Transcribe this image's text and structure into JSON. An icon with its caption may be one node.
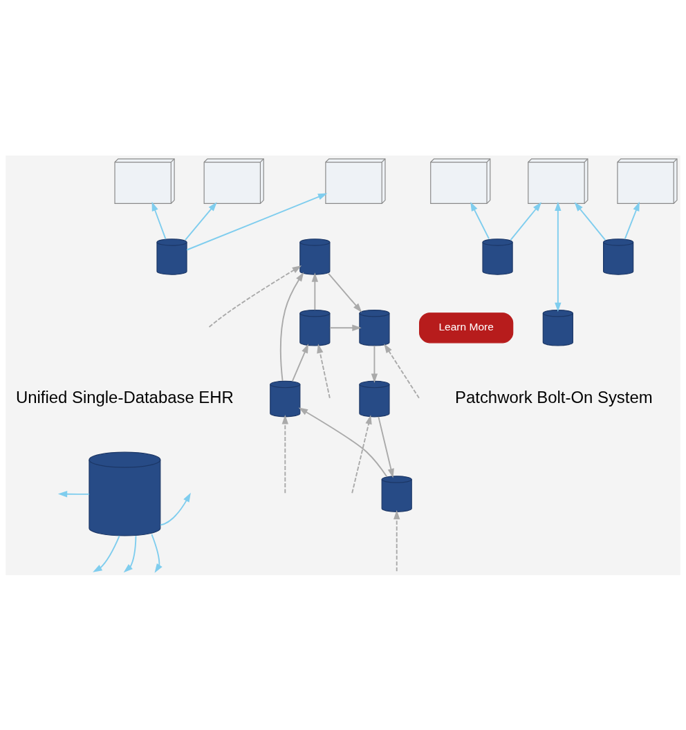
{
  "diagram": {
    "nodes": [
      {
        "text": [],
        "shape": "building"
      },
      {
        "text": [],
        "shape": "building"
      },
      {
        "text": [],
        "shape": "building"
      },
      {
        "text": [],
        "shape": "cylinder"
      },
      {
        "text": [],
        "shape": "building"
      },
      {
        "text": [],
        "shape": "building"
      },
      {
        "text": [],
        "shape": "building"
      },
      {
        "text": [],
        "shape": "cylinder"
      },
      {
        "text": [],
        "shape": "cylinder"
      },
      {
        "text": [],
        "shape": "cylinder"
      },
      {
        "text": [],
        "shape": "cylinder"
      },
      {
        "text": [],
        "shape": "cylinder"
      },
      {
        "text": [],
        "shape": "cylinder"
      },
      {
        "text": [],
        "shape": "cylinder"
      },
      {
        "text": [],
        "shape": "cylinder"
      },
      {
        "text": [],
        "shape": "cylinder"
      },
      {
        "text": [],
        "shape": "cylinder"
      },
      {
        "text": [
          "Learn More"
        ]
      }
    ],
    "edges": [
      {
        "from": 3,
        "to": 0,
        "arrow": "to"
      },
      {
        "from": 3,
        "to": 1,
        "arrow": "to"
      },
      {
        "from": 3,
        "to": 2,
        "arrow": "to"
      },
      {
        "from": 7,
        "to": 6,
        "arrow": "to"
      },
      {
        "from": 8,
        "to": 4,
        "arrow": "to"
      },
      {
        "from": 7,
        "to": 5,
        "arrow": "to"
      },
      {
        "from": 8,
        "to": 5,
        "arrow": "to"
      },
      {
        "from": 9,
        "to": 5,
        "arrow": "both"
      },
      {
        "from": 10,
        "to": null,
        "arrow": "to"
      },
      {
        "from": 10,
        "to": null,
        "arrow": "to"
      },
      {
        "from": 10,
        "to": null,
        "arrow": "to"
      },
      {
        "from": 10,
        "to": null,
        "arrow": "to"
      },
      {
        "from": 10,
        "to": null,
        "arrow": "to"
      },
      {
        "from": null,
        "to": 11,
        "arrow": "to",
        "style": "dashed",
        "color": "#aaaaaa"
      },
      {
        "from": null,
        "to": 12,
        "arrow": "to",
        "style": "dashed",
        "color": "#aaaaaa"
      },
      {
        "from": null,
        "to": 13,
        "arrow": "to",
        "style": "dashed",
        "color": "#aaaaaa"
      },
      {
        "from": null,
        "to": 14,
        "arrow": "to",
        "style": "dashed",
        "color": "#aaaaaa"
      },
      {
        "from": null,
        "to": 15,
        "arrow": "to",
        "style": "dashed",
        "color": "#aaaaaa"
      },
      {
        "from": null,
        "to": 16,
        "arrow": "to",
        "style": "dashed",
        "color": "#aaaaaa"
      },
      {
        "from": 12,
        "to": 13,
        "arrow": "to",
        "color": "#aaaaaa"
      },
      {
        "from": 13,
        "to": 15,
        "arrow": "to",
        "color": "#aaaaaa"
      },
      {
        "from": 14,
        "to": 12,
        "arrow": "to",
        "color": "#aaaaaa"
      },
      {
        "from": 12,
        "to": 16,
        "arrow": "to",
        "color": "#aaaaaa"
      },
      {
        "from": 15,
        "to": 11,
        "arrow": "to",
        "color": "#aaaaaa"
      },
      {
        "from": 14,
        "to": 16,
        "arrow": "to",
        "color": "#aaaaaa"
      },
      {
        "from": 16,
        "to": 13,
        "arrow": "to",
        "color": "#aaaaaa"
      },
      {
        "from": 11,
        "to": 14,
        "arrow": "to",
        "color": "#aaaaaa"
      }
    ],
    "labels": [
      "Unified Single-Database EHR",
      "Patchwork Bolt-On System"
    ]
  }
}
